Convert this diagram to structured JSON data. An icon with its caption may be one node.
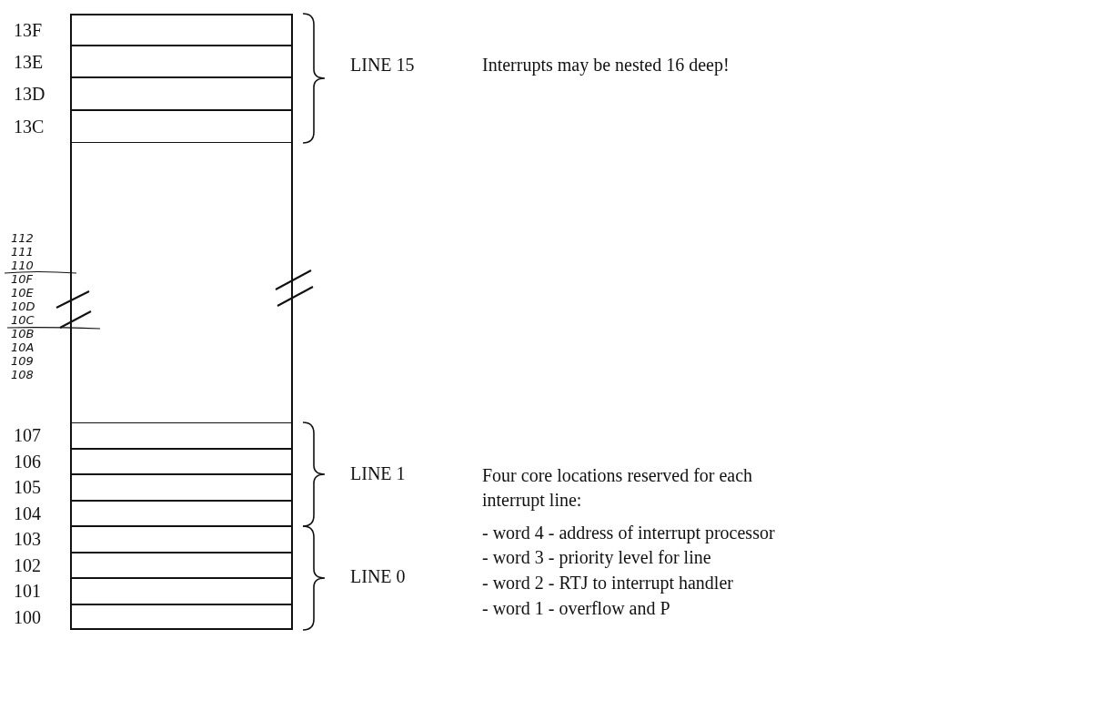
{
  "diagram": {
    "nodes": [
      {
        "text": [],
        "shape": "box"
      },
      {
        "text": [],
        "shape": "box",
        "in": 0,
        "beside": [
          "13F"
        ]
      },
      {
        "text": [],
        "shape": "box",
        "in": 0,
        "beside": [
          "13E"
        ]
      },
      {
        "text": [],
        "shape": "box",
        "in": 0,
        "beside": [
          "13D"
        ]
      },
      {
        "text": [],
        "shape": "box",
        "in": 0,
        "beside": [
          "13C"
        ]
      },
      {
        "text": [],
        "shape": "box",
        "in": 0,
        "beside": [
          "107"
        ]
      },
      {
        "text": [],
        "shape": "box",
        "in": 0,
        "beside": [
          "106"
        ]
      },
      {
        "text": [],
        "shape": "box",
        "in": 0,
        "beside": [
          "105"
        ]
      },
      {
        "text": [],
        "shape": "box",
        "in": 0,
        "beside": [
          "104"
        ]
      },
      {
        "text": [],
        "shape": "box",
        "in": 0,
        "beside": [
          "103"
        ]
      },
      {
        "text": [],
        "shape": "box",
        "in": 0,
        "beside": [
          "102"
        ]
      },
      {
        "text": [],
        "shape": "box",
        "in": 0,
        "beside": [
          "101"
        ]
      },
      {
        "text": [],
        "shape": "box",
        "in": 0,
        "beside": [
          "100"
        ]
      }
    ],
    "edges": [],
    "labels": [
      "LINE 15",
      "Interrupts may be nested 16 deep!",
      "112",
      "111",
      "110",
      "10F",
      "10E",
      "10D",
      "10C",
      "10B",
      "10A",
      "109",
      "108",
      "LINE 1",
      "Four core locations reserved for each interrupt line:",
      "- word 4 - address of interrupt processor",
      "LINE 0",
      "- word 3 - priority level for line",
      "- word 2 - RTJ to interrupt handler",
      "- word 1 - overflow and P"
    ]
  }
}
